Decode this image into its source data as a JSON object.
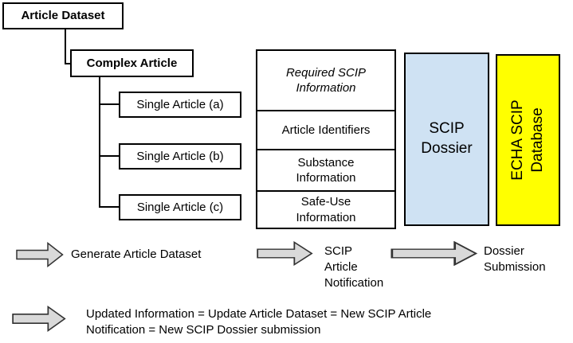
{
  "tree": {
    "root": "Article Dataset",
    "complex": "Complex Article",
    "singles": [
      "Single Article (a)",
      "Single Article (b)",
      "Single Article (c)"
    ]
  },
  "scip_info": {
    "header": "Required SCIP\nInformation",
    "rows": [
      "Article Identifiers",
      "Substance\nInformation",
      "Safe-Use\nInformation"
    ]
  },
  "dossier": {
    "label": "SCIP\nDossier",
    "fill": "#cfe2f3"
  },
  "database": {
    "label": "ECHA SCIP\nDatabase",
    "fill": "#ffff00"
  },
  "flow": {
    "arrow_fill": "#d9d9d9",
    "arrow_stroke": "#333333",
    "steps": [
      {
        "label": "Generate Article Dataset"
      },
      {
        "label": "SCIP\nArticle\nNotification"
      },
      {
        "label": "Dossier\nSubmission"
      }
    ],
    "update_note": "Updated Information = Update Article Dataset = New SCIP Article\nNotification = New SCIP Dossier submission"
  }
}
